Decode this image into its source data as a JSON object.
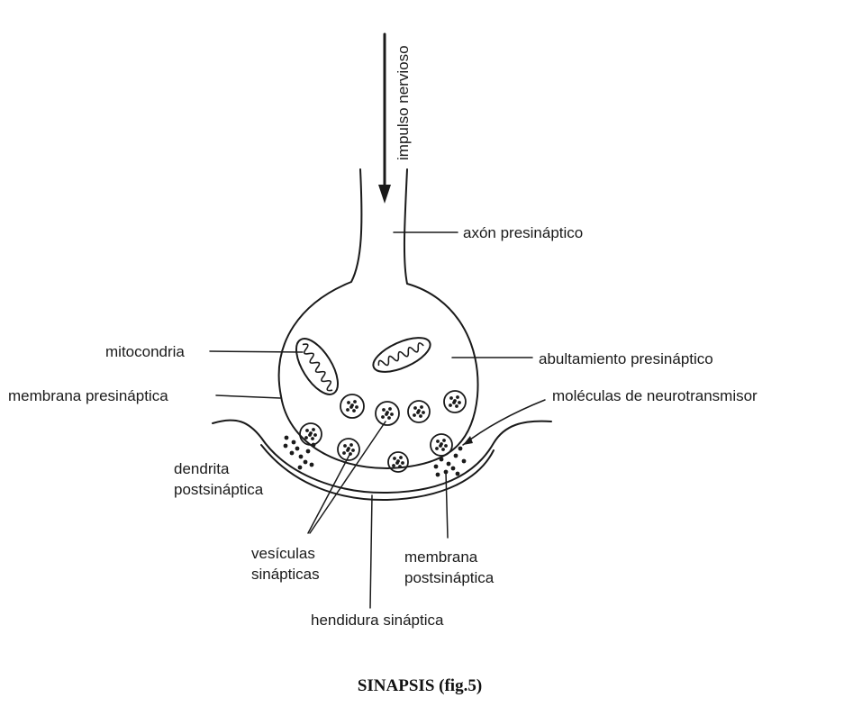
{
  "diagram": {
    "labels": {
      "impulso": "impulso nervioso",
      "axon": "axón presináptico",
      "mitocondria": "mitocondria",
      "abultamiento": "abultamiento presináptico",
      "membrana_pre": "membrana presináptica",
      "moleculas": "moléculas de neurotransmisor",
      "dendrita_1": "dendrita",
      "dendrita_2": "postsináptica",
      "vesiculas_1": "vesículas",
      "vesiculas_2": "sinápticas",
      "membrana_post_1": "membrana",
      "membrana_post_2": "postsináptica",
      "hendidura": "hendidura sináptica"
    },
    "caption": "SINAPSIS (fig.5)"
  }
}
